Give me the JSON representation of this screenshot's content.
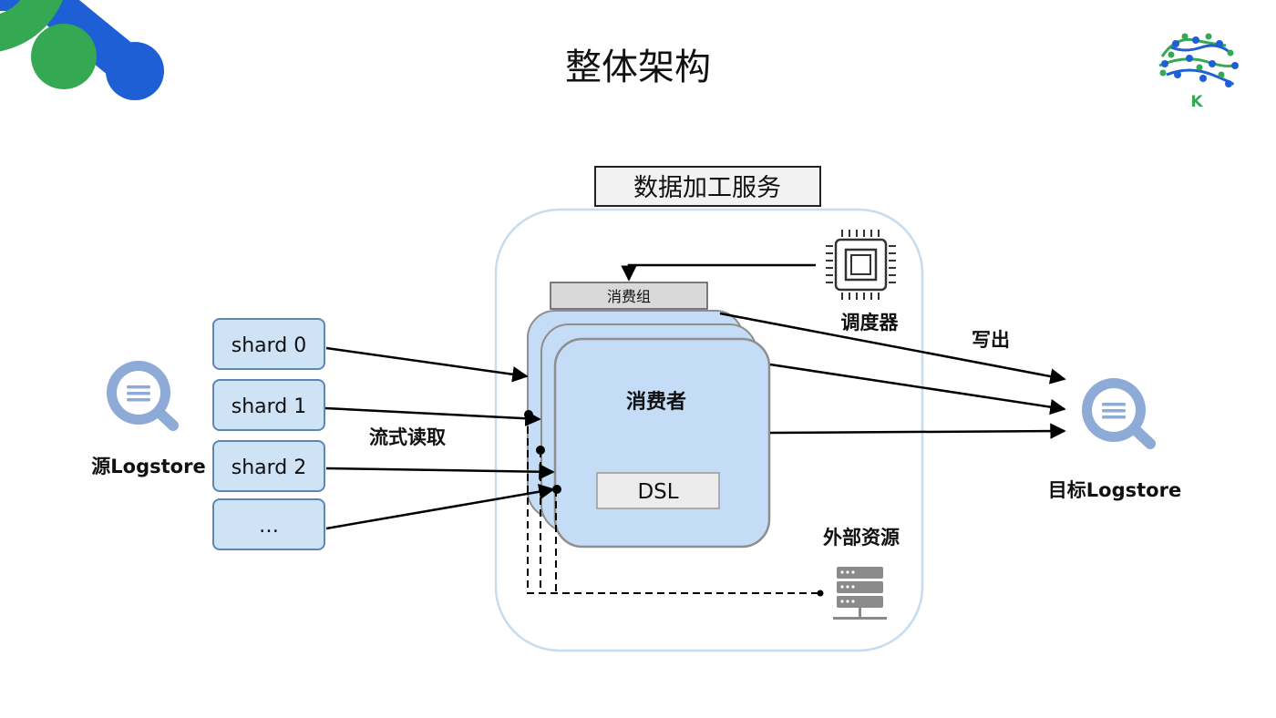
{
  "title": "整体架构",
  "service_label": "数据加工服务",
  "consumer_group_label": "消费组",
  "scheduler_label": "调度器",
  "write_out_label": "写出",
  "consumer_label": "消费者",
  "dsl_label": "DSL",
  "external_resource_label": "外部资源",
  "stream_read_label": "流式读取",
  "source_label": "源Logstore",
  "target_label": "目标Logstore",
  "shards": [
    "shard 0",
    "shard 1",
    "shard 2",
    "…"
  ],
  "logo_letter": "K",
  "colors": {
    "shard_fill": "#cfe3f7",
    "shard_stroke": "#5d86b7",
    "consumer_fill": "#c4dcf5",
    "consumer_stroke": "#8e8e8e",
    "service_border": "#c6dcef",
    "icon_blue": "#8eaad6",
    "logo_green": "#34a853",
    "logo_blue": "#1f5fd6"
  }
}
